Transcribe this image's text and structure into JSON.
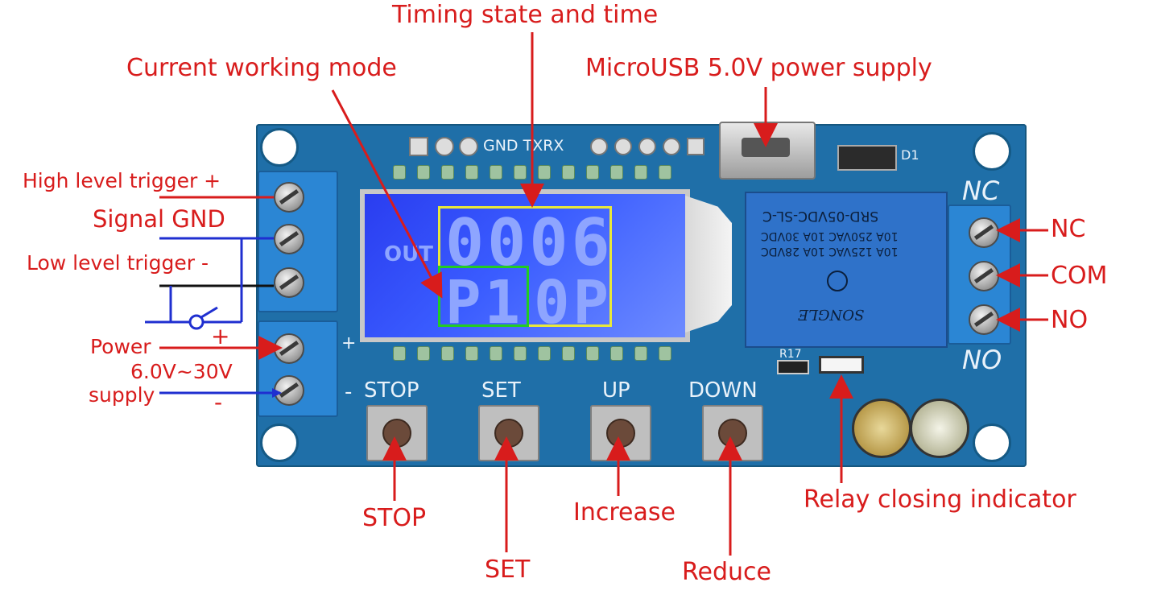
{
  "callouts": {
    "timing_state": "Timing state and time",
    "working_mode": "Current working mode",
    "microusb": "MicroUSB 5.0V power supply",
    "high_trigger": "High level  trigger +",
    "signal_gnd": "Signal GND",
    "low_trigger": "Low level  trigger -",
    "plus": "+",
    "power": "Power",
    "voltage": "6.0V~30V",
    "supply": "supply",
    "minus": "-",
    "nc": "NC",
    "com": "COM",
    "no": "NO",
    "stop": "STOP",
    "set": "SET",
    "increase": "Increase",
    "reduce": "Reduce",
    "relay_indicator": "Relay closing indicator"
  },
  "board": {
    "header_label": "GND TXRX",
    "d1": "D1",
    "r17": "R17",
    "nc_silk": "NC",
    "no_silk": "NO",
    "plus_silk": "+",
    "minus_silk": "-",
    "buttons": [
      "STOP",
      "SET",
      "UP",
      "DOWN"
    ]
  },
  "lcd": {
    "out_label": "OUT",
    "time_digits": "0006",
    "mode_digits": "P1",
    "mode_suffix": "0P"
  },
  "relay": {
    "line1": "SRD-05VDC-SL-C",
    "line2": "10A 250VAC  10A 30VDC",
    "line3": "10A 125VAC  10A 28VDC",
    "brand": "SONGLE"
  },
  "colors": {
    "callout": "#d81c1c",
    "pcb": "#1f6fa8",
    "wire_blue": "#1f2fd0",
    "highlight_yellow": "#e8e83a",
    "highlight_green": "#22cc22"
  }
}
